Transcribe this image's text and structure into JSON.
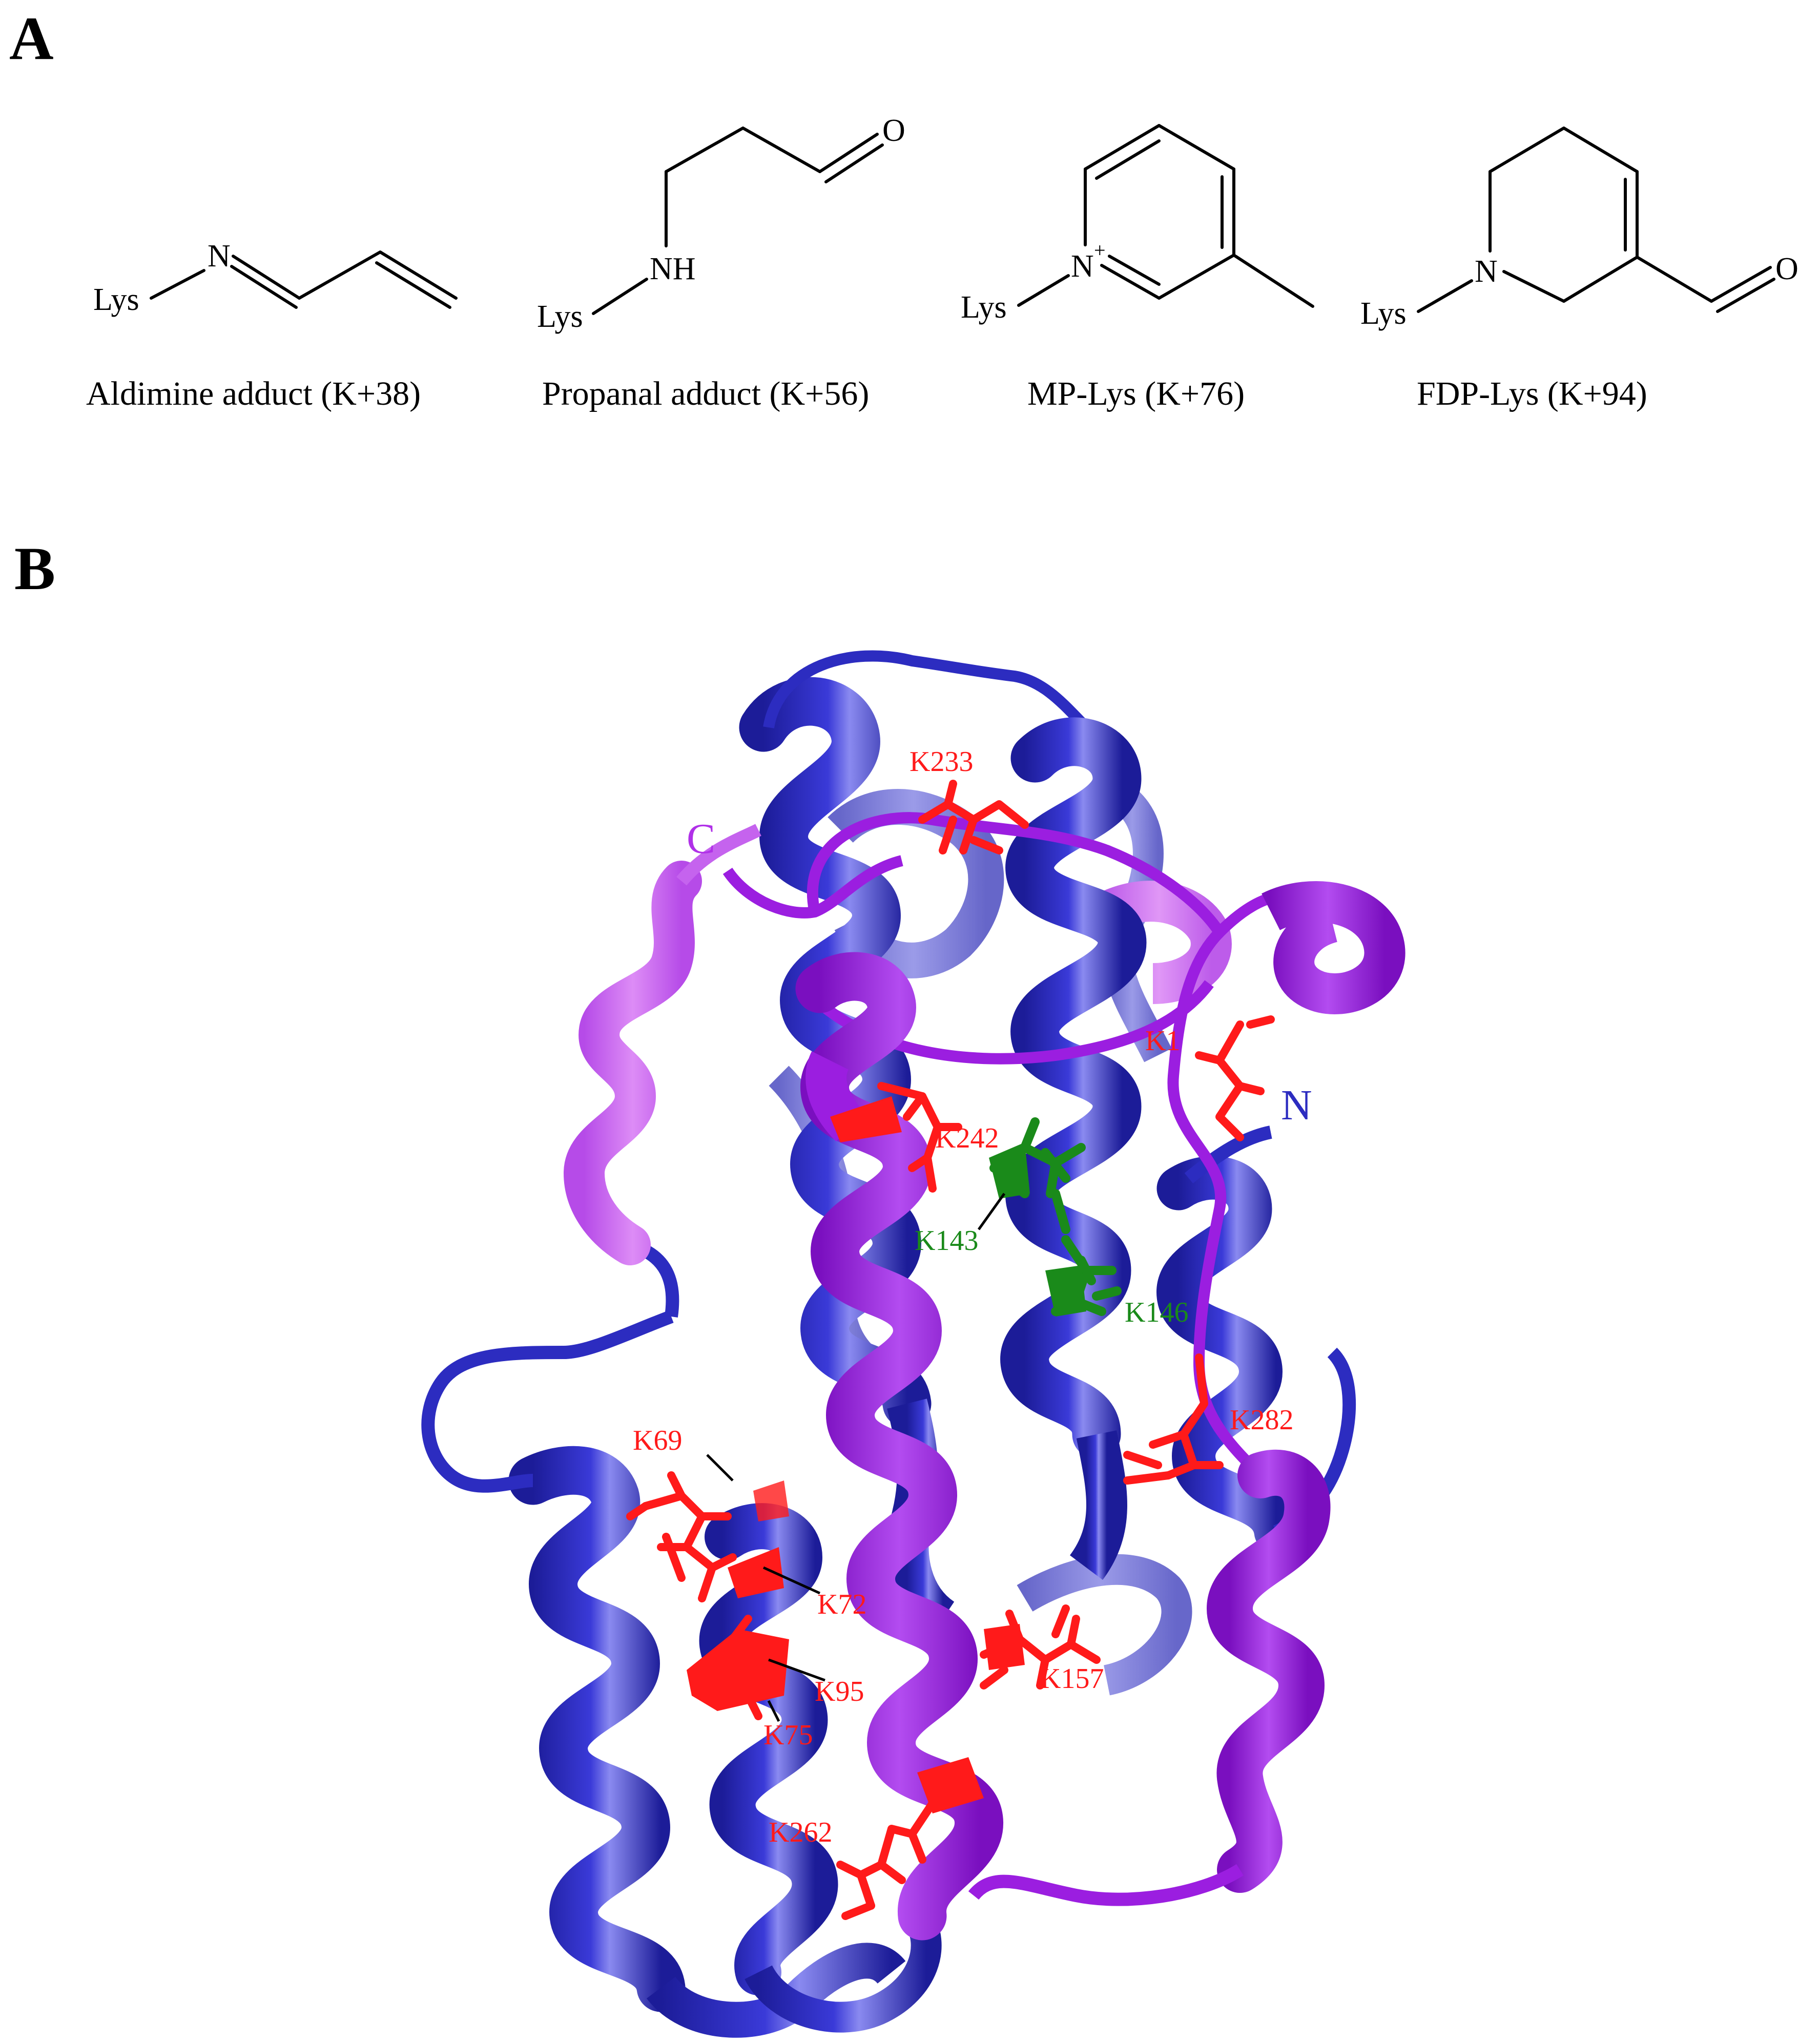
{
  "panels": {
    "a": "A",
    "b": "B"
  },
  "molecules": [
    {
      "caption": "Aldimine adduct (K+38)",
      "lys": "Lys",
      "atoms": [
        "N"
      ]
    },
    {
      "caption": "Propanal adduct (K+56)",
      "lys": "Lys",
      "atoms": [
        "NH",
        "O"
      ]
    },
    {
      "caption": "MP-Lys (K+76)",
      "lys": "Lys",
      "atoms": [
        "N",
        "+"
      ]
    },
    {
      "caption": "FDP-Lys (K+94)",
      "lys": "Lys",
      "atoms": [
        "N",
        "O"
      ]
    }
  ],
  "structure": {
    "termini": {
      "c": "C",
      "n": "N"
    },
    "residues": [
      "K233",
      "K1",
      "K242",
      "K143",
      "K146",
      "K282",
      "K69",
      "K72",
      "K95",
      "K75",
      "K157",
      "K262"
    ],
    "colors": {
      "helix_main": "#2c2cc0",
      "helix_light": "#6c6cd8",
      "c_terminal": "#9b1ee0",
      "c_terminal_light": "#c563ee",
      "lys_modified": "#ff1a1a",
      "lys_unmodified": "#1a8a1a"
    }
  }
}
